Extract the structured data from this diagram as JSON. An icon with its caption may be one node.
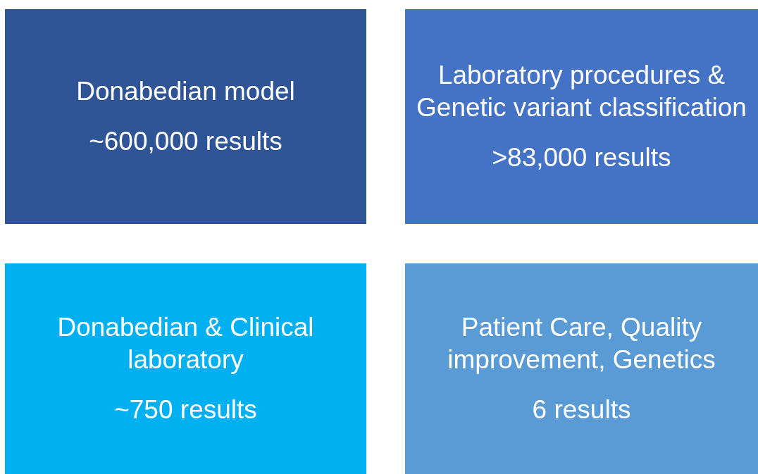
{
  "diagram": {
    "nodes": [
      {
        "text": [
          "Donabedian model",
          "~600,000 results"
        ]
      },
      {
        "text": [
          "Laboratory procedures & Genetic variant classification",
          ">83,000 results"
        ]
      },
      {
        "text": [
          "Donabedian & Clinical laboratory",
          "~750 results"
        ]
      },
      {
        "text": [
          "Patient Care, Quality improvement, Genetics",
          "6 results"
        ]
      }
    ],
    "edges": []
  }
}
